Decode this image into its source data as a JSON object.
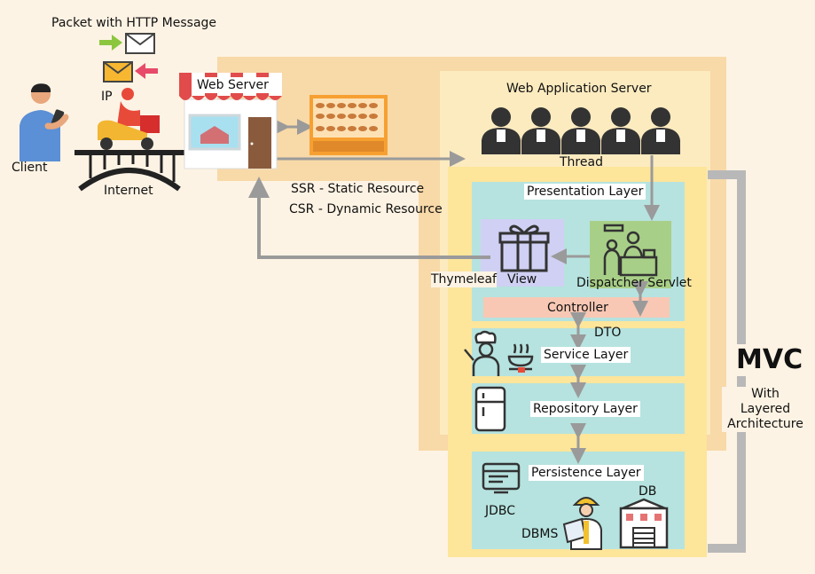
{
  "labels": {
    "packet": "Packet with HTTP Message",
    "ip": "IP",
    "client": "Client",
    "internet": "Internet",
    "web_server": "Web Server",
    "ssr": "SSR - Static Resource",
    "csr": "CSR - Dynamic Resource",
    "was": "Web Application Server",
    "thread": "Thread",
    "presentation": "Presentation Layer",
    "thymeleaf": "Thymeleaf",
    "view": "View",
    "dispatcher": "Dispatcher Servlet",
    "controller": "Controller",
    "dto": "DTO",
    "service": "Service Layer",
    "repository": "Repository Layer",
    "persistence": "Persistence Layer",
    "jdbc": "JDBC",
    "db": "DB",
    "dbms": "DBMS",
    "mvc": "MVC",
    "mvc_sub": "With\nLayered\nArchitecture"
  },
  "colors": {
    "background": "#fdf3e4",
    "web_server_area": "#f8d9a8",
    "was_area": "#fcebbf",
    "layer_frame": "#fde59a",
    "layer_box": "#b6e3df",
    "view_box": "#cfd0f3",
    "dispatcher_box": "#a8cf87",
    "controller_box": "#f8c8b4",
    "arrow": "#9a9a9a"
  },
  "icons": [
    "right-arrow-icon",
    "envelope-icon",
    "left-arrow-icon",
    "client-person-icon",
    "delivery-scooter-icon",
    "bridge-icon",
    "shop-icon",
    "pastry-shelf-icon",
    "worker-group-icon",
    "gift-box-icon",
    "cashier-counter-icon",
    "chef-icon",
    "fridge-icon",
    "monitor-icon",
    "engineer-icon",
    "database-building-icon"
  ]
}
